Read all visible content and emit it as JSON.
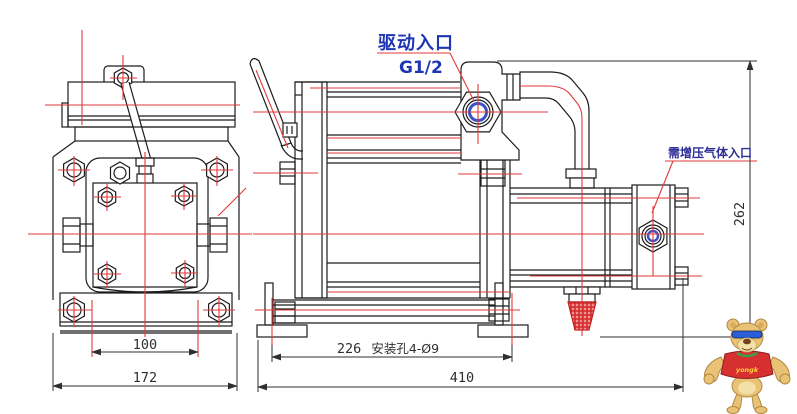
{
  "labels": {
    "drive_inlet_title": "驱动入口",
    "drive_inlet_thread": "G1/2",
    "boost_gas_inlet_title": "需增压气体入口"
  },
  "dimensions": {
    "overall_height": "262",
    "front_hole_spacing": "100",
    "front_overall_width": "172",
    "mount_hole_spacing": "226",
    "mount_hole_note": "安装孔4-Ø9",
    "overall_length": "410"
  },
  "colors": {
    "outline": "#1c1c1c",
    "centerline_red": "#e03a3a",
    "label_blue": "#1e36b5",
    "label_navy": "#2d2d96",
    "dim_text": "#2f2f2f",
    "port_ring_blue": "#3c50c8"
  },
  "watermark": {
    "mascot": "muscle-bear",
    "shirt_text": "yongk"
  }
}
